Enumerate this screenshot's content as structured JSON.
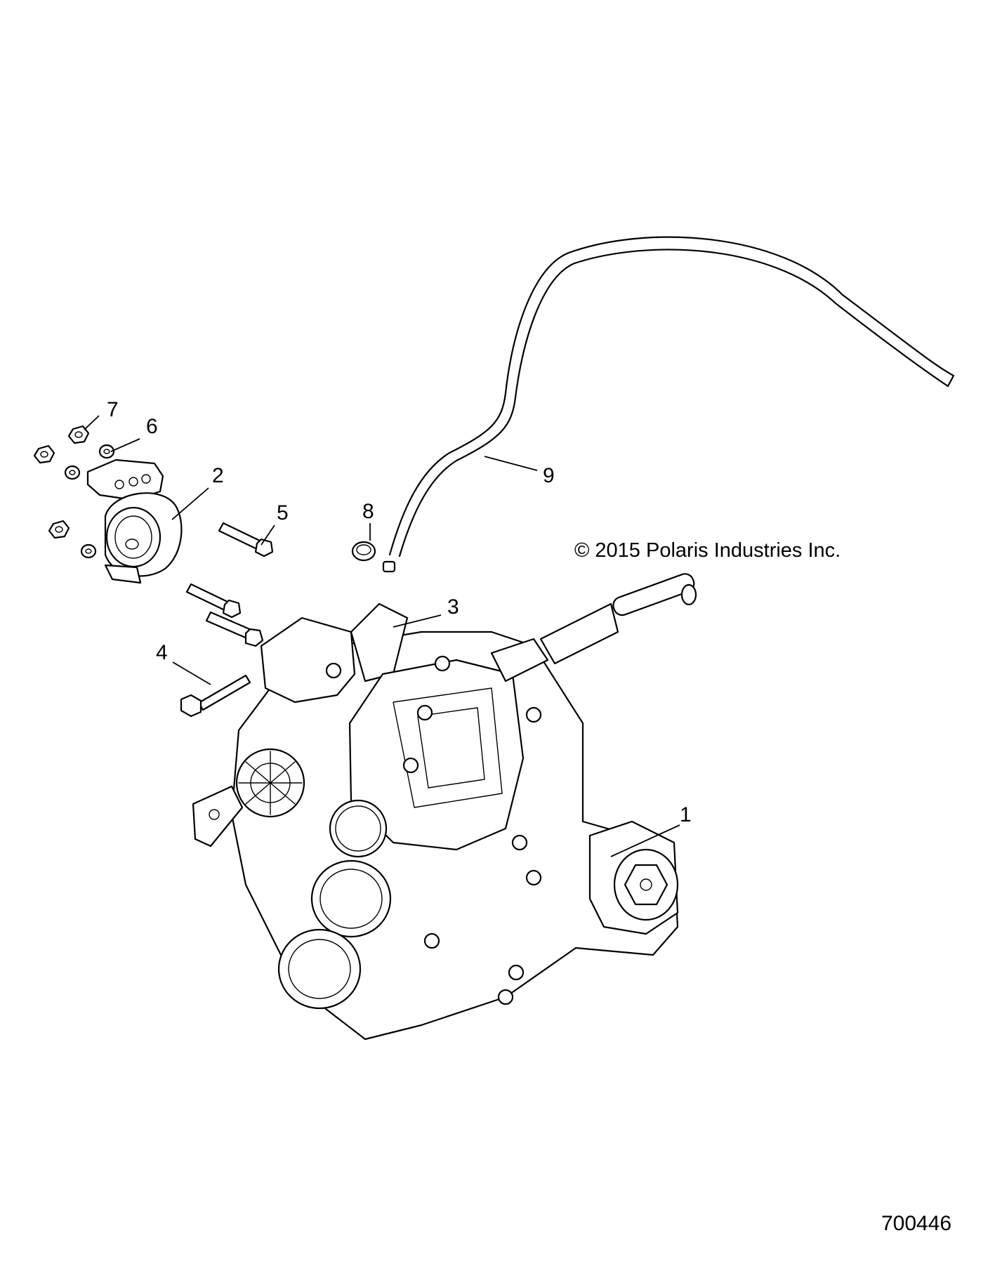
{
  "diagram": {
    "copyright": "© 2015 Polaris Industries Inc.",
    "diagram_id": "700446",
    "callouts": [
      {
        "id": "1",
        "label": "1"
      },
      {
        "id": "2",
        "label": "2"
      },
      {
        "id": "3",
        "label": "3"
      },
      {
        "id": "4",
        "label": "4"
      },
      {
        "id": "5",
        "label": "5"
      },
      {
        "id": "6",
        "label": "6"
      },
      {
        "id": "7",
        "label": "7"
      },
      {
        "id": "8",
        "label": "8"
      },
      {
        "id": "9",
        "label": "9"
      }
    ]
  }
}
